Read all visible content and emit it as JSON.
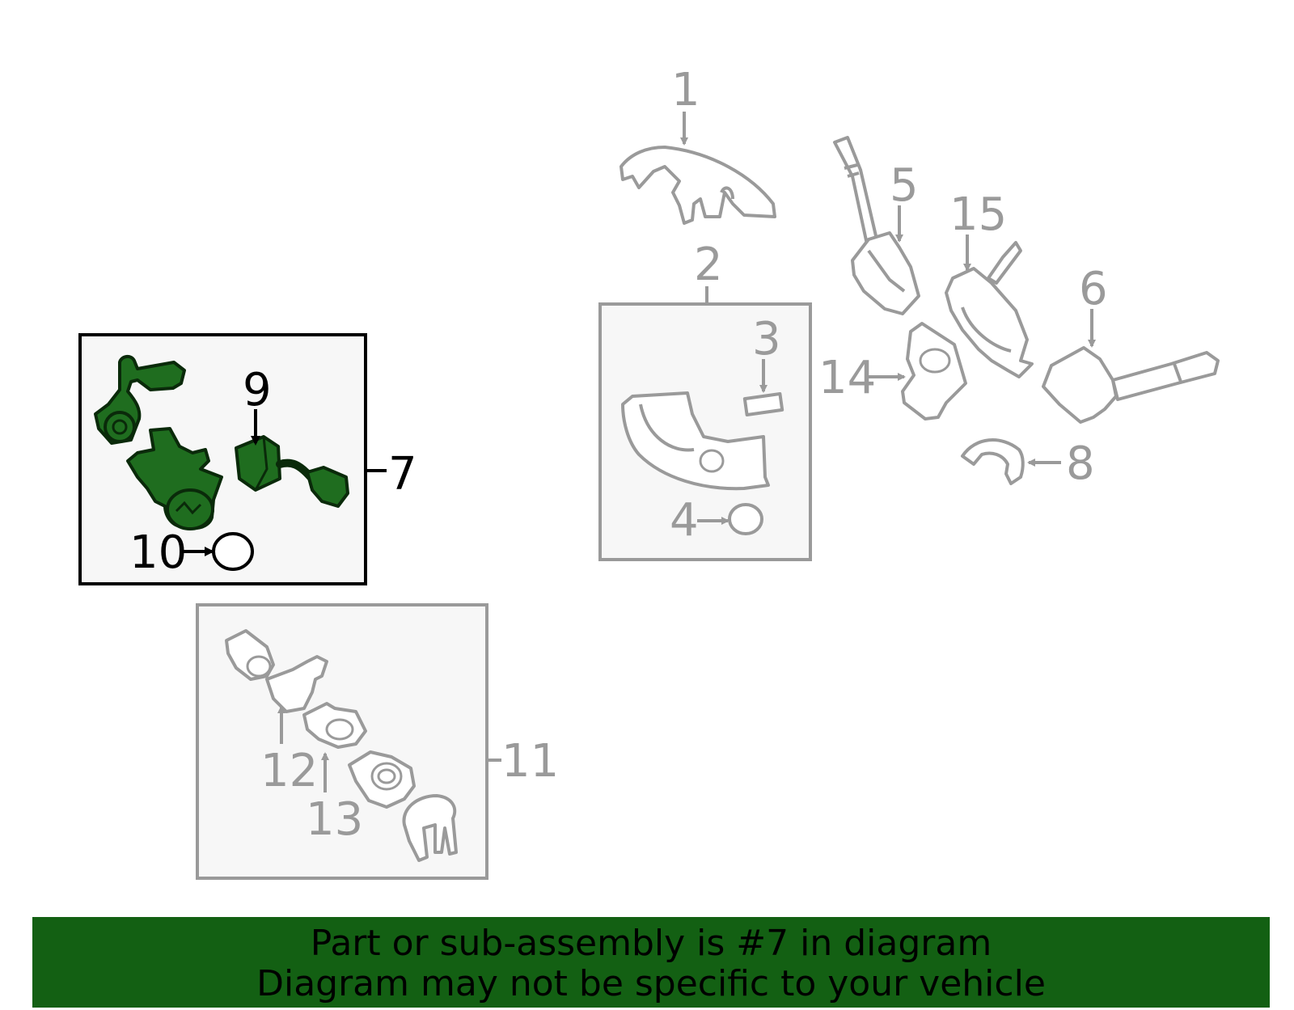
{
  "callouts": {
    "c1": "1",
    "c2": "2",
    "c3": "3",
    "c4": "4",
    "c5": "5",
    "c6": "6",
    "c7": "7",
    "c8": "8",
    "c9": "9",
    "c10": "10",
    "c11": "11",
    "c12": "12",
    "c13": "13",
    "c14": "14",
    "c15": "15"
  },
  "highlighted_part": "7",
  "colors": {
    "highlight": "#1f6d1f",
    "banner": "#136013",
    "linework": "#9a9a9a"
  },
  "banner": {
    "line1": "Part or sub-assembly is #7 in diagram",
    "line2": "Diagram may not be specific to your vehicle"
  }
}
